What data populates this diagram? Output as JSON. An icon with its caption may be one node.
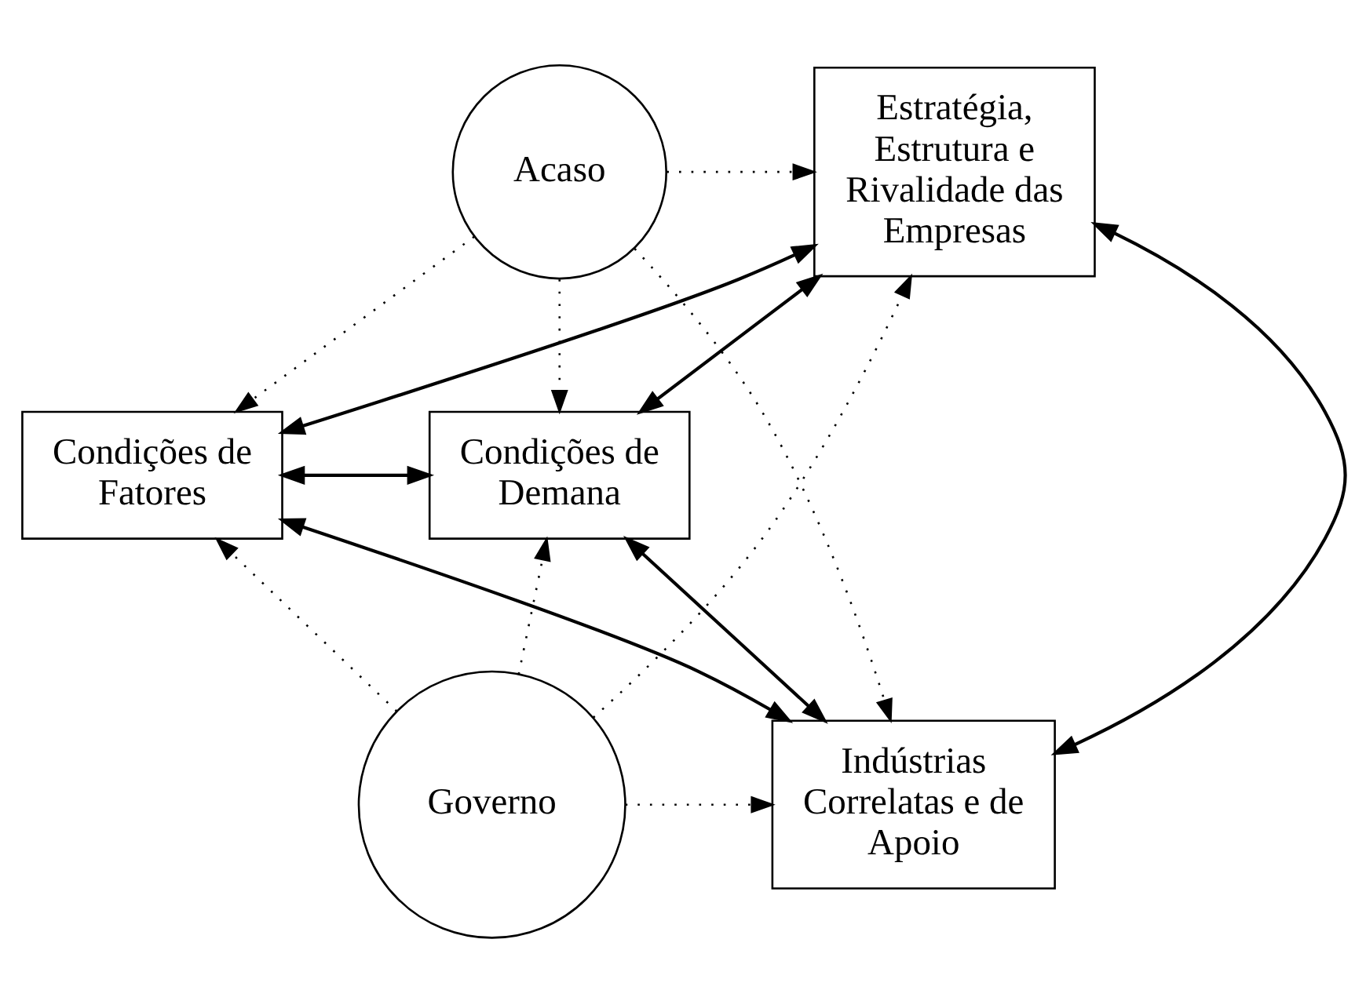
{
  "diagram": {
    "nodes": [
      {
        "text": [
          "Acaso"
        ]
      },
      {
        "text": [
          "Estratégia, Estrutura e Rivalidade das Empresas"
        ]
      },
      {
        "text": [
          "Condições de Fatores"
        ]
      },
      {
        "text": [
          "Condições de Demana"
        ]
      },
      {
        "text": [
          "Indústrias Correlatas e de Apoio"
        ]
      },
      {
        "text": [
          "Governo"
        ]
      }
    ],
    "edges": [
      {
        "from": 0,
        "to": 1,
        "arrow": "to",
        "style": "dashed"
      },
      {
        "from": 0,
        "to": 2,
        "arrow": "to",
        "style": "dashed"
      },
      {
        "from": 0,
        "to": 3,
        "arrow": "to",
        "style": "dashed"
      },
      {
        "from": 0,
        "to": 4,
        "arrow": "to",
        "style": "dashed"
      },
      {
        "from": 1,
        "to": 2,
        "arrow": "both"
      },
      {
        "from": 1,
        "to": 3,
        "arrow": "both"
      },
      {
        "from": 1,
        "to": 4,
        "arrow": "both"
      },
      {
        "from": 2,
        "to": 3,
        "arrow": "both"
      },
      {
        "from": 2,
        "to": 4,
        "arrow": "both"
      },
      {
        "from": 3,
        "to": 4,
        "arrow": "both"
      },
      {
        "from": 5,
        "to": 2,
        "arrow": "to",
        "style": "dashed"
      },
      {
        "from": 5,
        "to": 1,
        "arrow": "to",
        "style": "dashed"
      },
      {
        "from": 5,
        "to": 4,
        "arrow": "to",
        "style": "dashed"
      },
      {
        "from": 5,
        "to": 3,
        "arrow": "to",
        "style": "dashed"
      }
    ]
  }
}
